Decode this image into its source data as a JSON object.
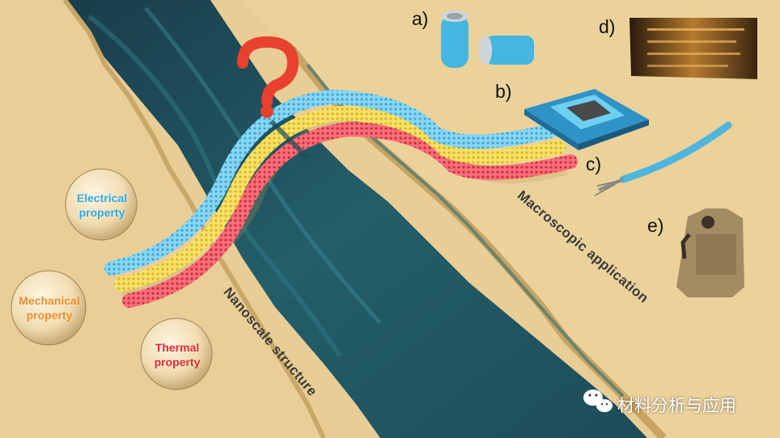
{
  "panel_labels": {
    "a": "a)",
    "b": "b)",
    "c": "c)",
    "d": "d)",
    "e": "e)"
  },
  "properties": {
    "electrical": {
      "line1": "Electrical",
      "line2": "property",
      "color": "#2fa8e0"
    },
    "mechanical": {
      "line1": "Mechanical",
      "line2": "property",
      "color": "#f28a26"
    },
    "thermal": {
      "line1": "Thermal",
      "line2": "property",
      "color": "#e8262c"
    }
  },
  "captions": {
    "nanoscale": "Nanoscale structure",
    "macroscopic": "Macroscopic application"
  },
  "watermark": {
    "text": "材料分析与应用",
    "icon": "wechat-icon"
  },
  "colors": {
    "sand": "#e8cd95",
    "water": "#1f5662",
    "tube_blue": "#5ec3e8",
    "tube_yellow": "#f1d43a",
    "tube_red": "#ef4a55",
    "question_mark": "#e8412d"
  },
  "icons": [
    "question-mark-icon",
    "battery-icon",
    "chip-icon",
    "cable-icon",
    "flexible-circuit-icon",
    "body-armor-icon"
  ]
}
